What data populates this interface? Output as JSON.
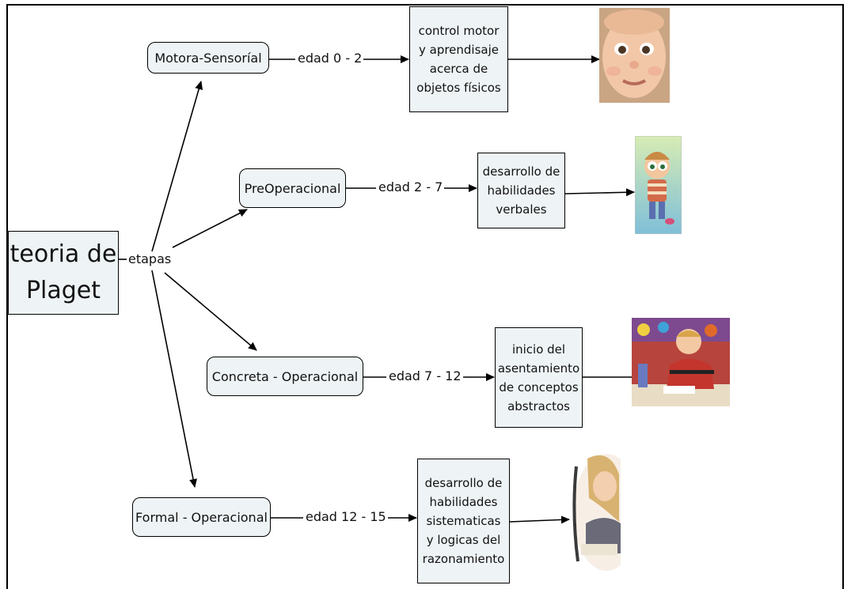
{
  "root": {
    "title": "teoria de\nPlaget"
  },
  "link_label": "etapas",
  "stages": [
    {
      "name": "Motora-Sensoríal",
      "age": "edad 0 - 2",
      "description": "control motor\ny aprendisaje\nacerca de\nobjetos físicos",
      "image_icon": "baby-face-photo"
    },
    {
      "name": "PreOperacional",
      "age": "edad 2 - 7",
      "description": "desarrollo de\nhabilidades\nverbales",
      "image_icon": "cartoon-child-illustration"
    },
    {
      "name": "Concreta - Operacional",
      "age": "edad 7 - 12",
      "description": "inicio del\nasentamiento\nde conceptos\nabstractos",
      "image_icon": "boy-writing-photo"
    },
    {
      "name": "Formal - Operacional",
      "age": "edad 12 - 15",
      "description": "desarrollo de\nhabilidades\nsistematicas\ny logicas del\nrazonamiento",
      "image_icon": "girl-studying-photo"
    }
  ]
}
